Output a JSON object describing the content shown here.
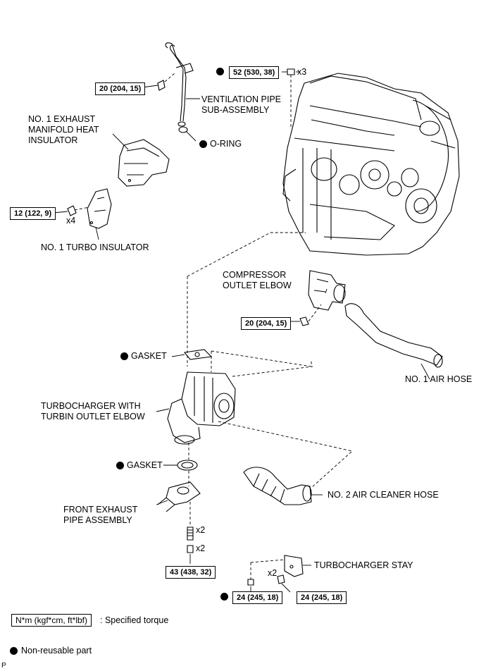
{
  "torque": {
    "ventilation_bolt": "20 (204, 15)",
    "engine_nut": "52 (530, 38)",
    "insulator_bolt": "12 (122, 9)",
    "elbow_bolt": "20 (204, 15)",
    "front_pipe_nut": "43 (438, 32)",
    "stay_nut": "24 (245, 18)",
    "stay_bolt": "24 (245, 18)"
  },
  "multipliers": {
    "engine_nut": "x3",
    "insulator_bolt": "x4",
    "stud": "x2",
    "nut": "x2",
    "stay": "x2"
  },
  "labels": {
    "ventilation_pipe": "VENTILATION PIPE\nSUB-ASSEMBLY",
    "o_ring": "O-RING",
    "exhaust_heat_insulator": "NO. 1 EXHAUST\nMANIFOLD HEAT\nINSULATOR",
    "turbo_insulator": "NO. 1 TURBO INSULATOR",
    "compressor_elbow": "COMPRESSOR\nOUTLET ELBOW",
    "air_hose": "NO. 1 AIR HOSE",
    "gasket_top": "GASKET",
    "turbocharger": "TURBOCHARGER WITH\nTURBIN OUTLET ELBOW",
    "gasket_bottom": "GASKET",
    "air_cleaner_hose": "NO. 2 AIR CLEANER HOSE",
    "front_exhaust_pipe": "FRONT EXHAUST\nPIPE ASSEMBLY",
    "turbo_stay": "TURBOCHARGER STAY"
  },
  "legend": {
    "torque_unit": "N*m (kgf*cm, ft*lbf)",
    "torque_text": ": Specified torque",
    "nonreusable_text": "Non-reusable part"
  },
  "corner_mark": "P"
}
